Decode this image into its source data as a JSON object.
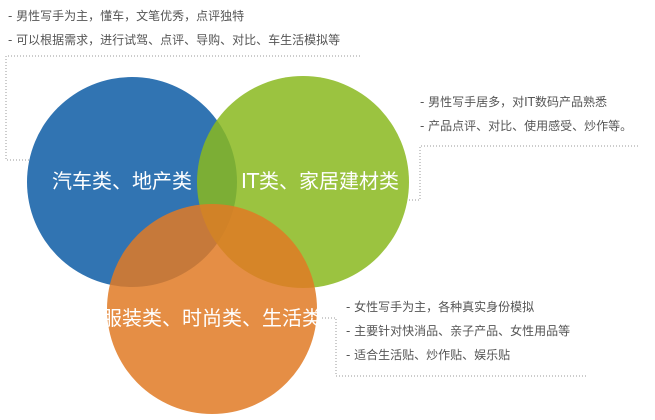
{
  "colors": {
    "auto_circle": "#2a6fb0",
    "it_circle": "#8ab81f",
    "fashion_circle": "#e07a24",
    "note_text": "#555555",
    "dotted_line": "#9a9a9a"
  },
  "auto": {
    "label": "汽车类、地产类",
    "notes": [
      "- 男性写手为主，懂车，文笔优秀，点评独特",
      "- 可以根据需求，进行试驾、点评、导购、对比、车生活模拟等"
    ]
  },
  "it": {
    "label": "IT类、家居建材类",
    "notes": [
      "- 男性写手居多，对IT数码产品熟悉",
      "- 产品点评、对比、使用感受、炒作等。"
    ]
  },
  "fashion": {
    "label": "服装类、时尚类、生活类",
    "notes": [
      "- 女性写手为主，各种真实身份模拟",
      "- 主要针对快消品、亲子产品、女性用品等",
      "- 适合生活贴、炒作贴、娱乐贴"
    ]
  }
}
